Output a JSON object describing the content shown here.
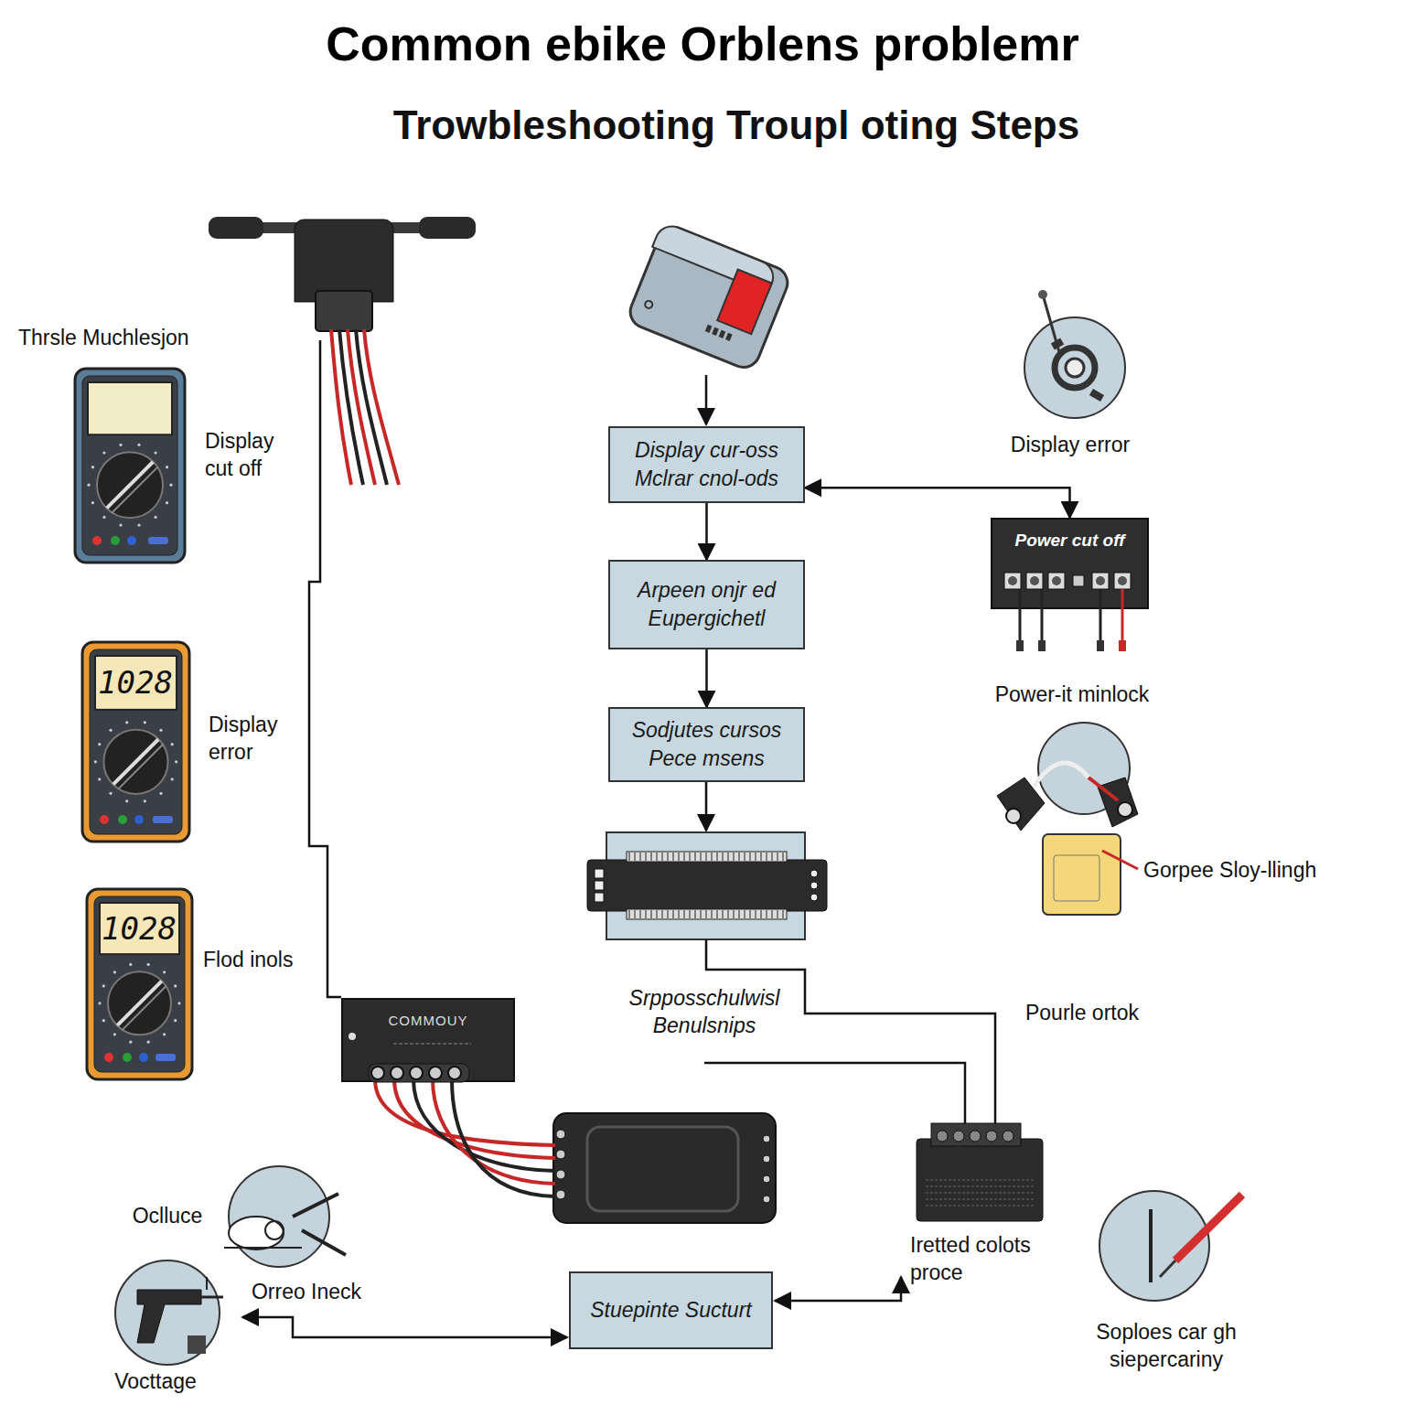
{
  "diagram": {
    "title": "Common ebike Orblens problemr",
    "nodes": [
      {
        "text": [
          "Display cur-oss Mclrar cnol-ods"
        ]
      },
      {
        "text": [
          "Power cut off"
        ]
      },
      {
        "text": [
          "Arpeen onjr ed Eupergichetl"
        ]
      },
      {
        "text": [
          "Sodjutes cursos Pece msens"
        ]
      },
      {
        "text": [
          "COMMOUY"
        ]
      },
      {
        "text": [
          "Stuepinte Sucturt"
        ]
      }
    ],
    "edges": [
      {
        "from": 0,
        "to": 2,
        "arrow": "to"
      },
      {
        "from": 2,
        "to": 3,
        "arrow": "to"
      },
      {
        "from": 1,
        "to": 0,
        "arrow": "both"
      }
    ],
    "labels": [
      "Trowbleshooting Troupl oting Steps",
      "Thrsle Muchlesjon",
      "Display cut off",
      "1028",
      "Display error",
      "1028",
      "Flod inols",
      "Display error",
      "Power-it minlock",
      "Gorpee Sloy-llingh",
      "Srpposschulwisl Benulsnips",
      "Pourle ortok",
      "Oclluce",
      "Orreo Ineck",
      "Vocttage",
      "Iretted colots proce",
      "Soploes car gh siepercariny"
    ]
  }
}
